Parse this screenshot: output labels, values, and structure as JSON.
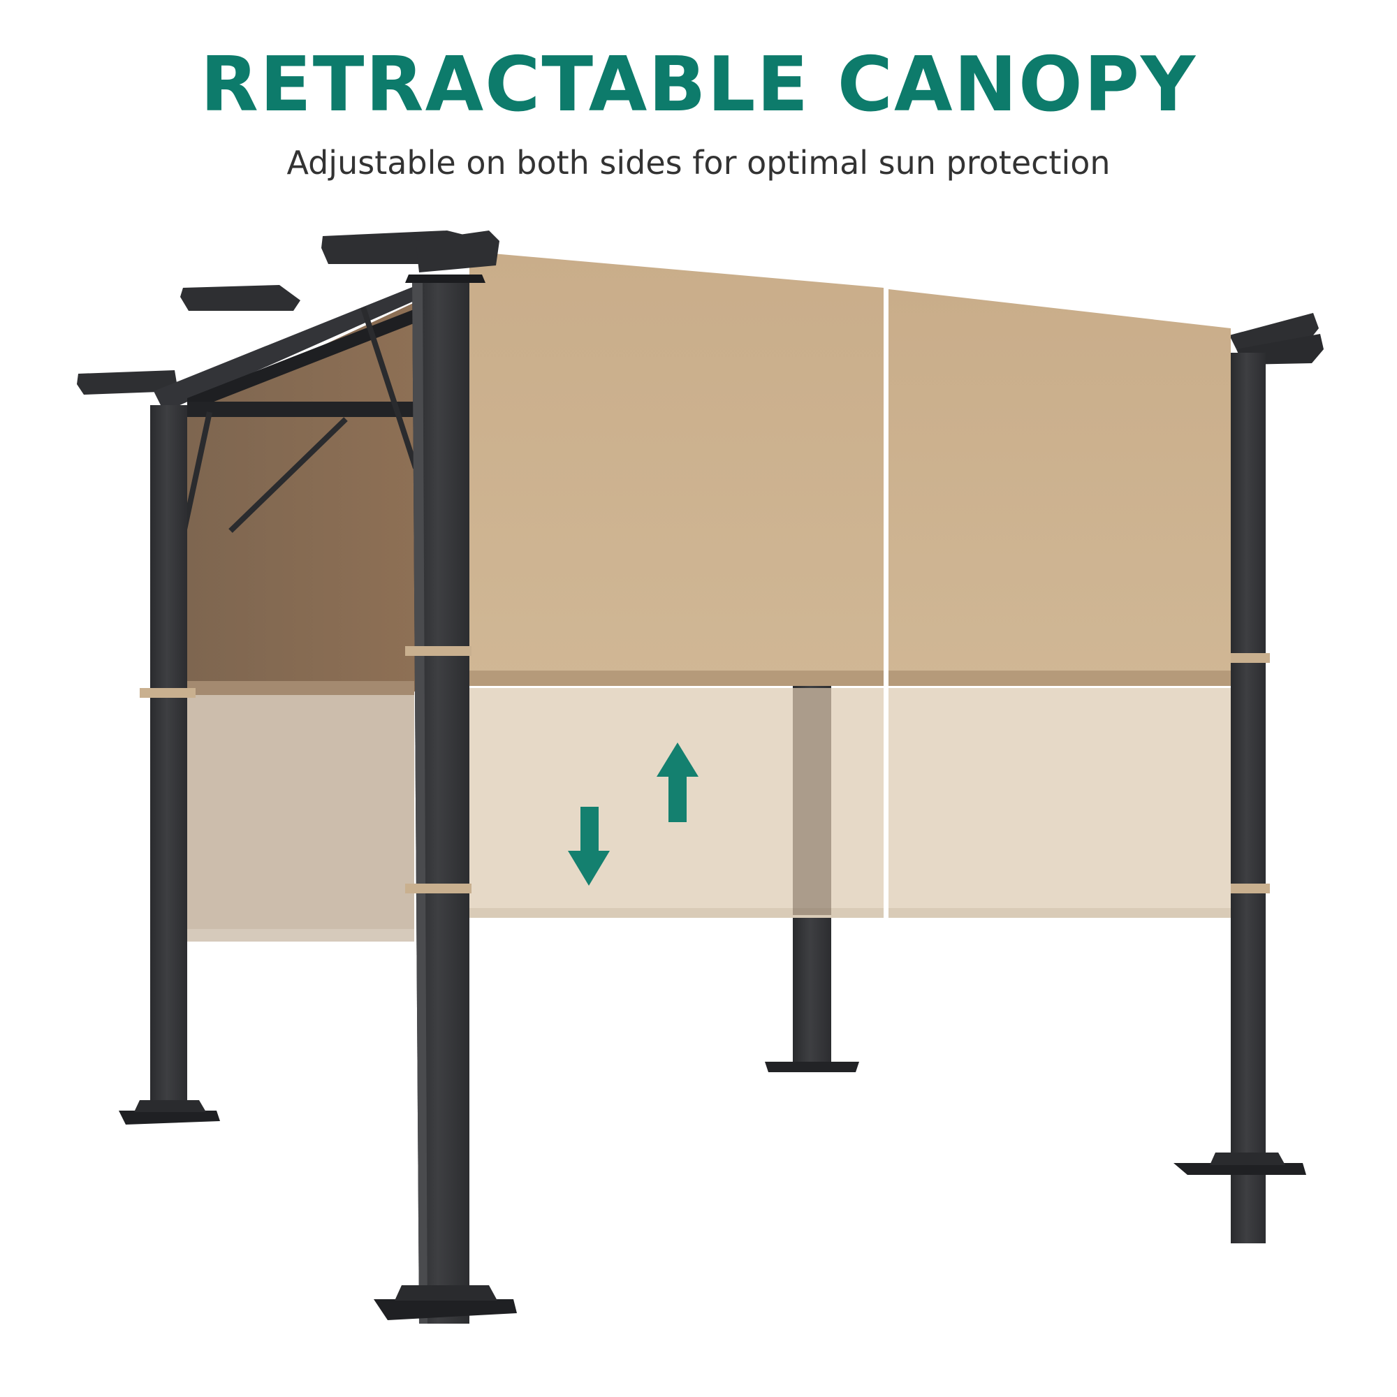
{
  "header": {
    "title": "RETRACTABLE CANOPY",
    "subtitle": "Adjustable on both sides for optimal sun protection"
  },
  "illustration": {
    "subject": "pergola-with-retractable-canopy",
    "indicators": [
      {
        "icon": "arrow-up-icon",
        "meaning": "retract"
      },
      {
        "icon": "arrow-down-icon",
        "meaning": "extend"
      }
    ]
  },
  "colors": {
    "accent": "#0d7b6b",
    "subtitle": "#333333",
    "frame": "#3a3b3d",
    "frame_dark": "#222326",
    "canopy": "#cdb392",
    "canopy_shade": "#8a6c51",
    "canopy_translucent": "#e6d9c7",
    "canopy_translucent_left": "#c9b9a8"
  }
}
